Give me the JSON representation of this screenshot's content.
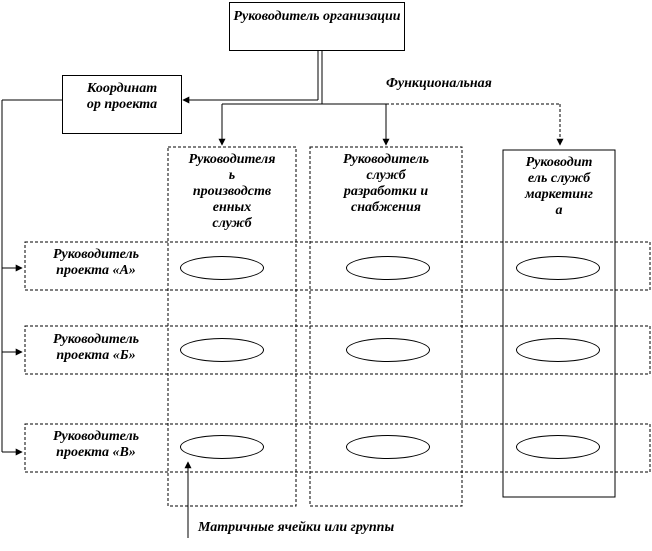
{
  "diagram": {
    "top": "Руководитель организации",
    "coordinator": [
      "Координат",
      "ор проекта"
    ],
    "functional_label": "Функциональная",
    "functional_heads": [
      [
        "Руководителя",
        "ь",
        "производств",
        "енных",
        "служб"
      ],
      [
        "Руководитель",
        "служб",
        "разработки и",
        "снабжения"
      ],
      [
        "Руководит",
        "ель служб",
        "маркетинг",
        "а"
      ]
    ],
    "project_heads": [
      [
        "Руководитель",
        "проекта «А»"
      ],
      [
        "Руководитель",
        "проекта «Б»"
      ],
      [
        "Руководитель",
        "проекта «В»"
      ]
    ],
    "cells_caption": "Матричные ячейки или группы"
  }
}
